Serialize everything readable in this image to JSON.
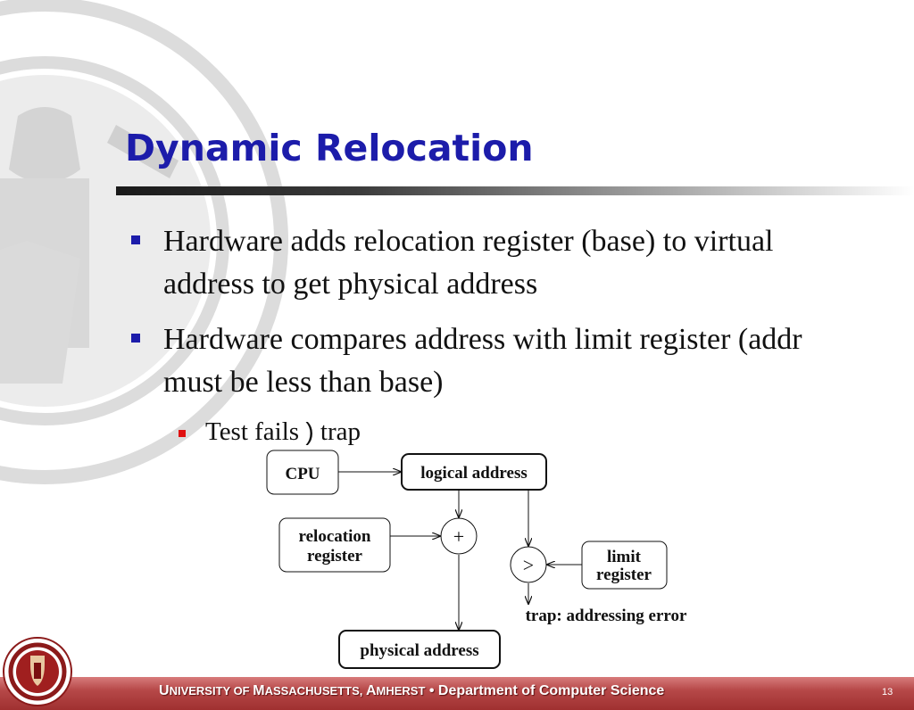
{
  "slide": {
    "title": "Dynamic Relocation",
    "bullets": [
      "Hardware adds relocation register (base) to virtual address to get physical address",
      "Hardware compares address with limit register (addr must be less than base)"
    ],
    "sub_bullet": {
      "text_before": "Test fails ",
      "symbol": ")",
      "text_after": " trap"
    }
  },
  "diagram": {
    "cpu": "CPU",
    "logical_address": "logical address",
    "relocation_register_line1": "relocation",
    "relocation_register_line2": "register",
    "plus": "+",
    "compare": ">",
    "limit_register_line1": "limit",
    "limit_register_line2": "register",
    "trap_label": "trap: addressing error",
    "physical_address": "physical address"
  },
  "footer": {
    "u1": "U",
    "u1_rest": "NIVERSITY OF ",
    "m1": "M",
    "m1_rest": "ASSACHUSETTS, ",
    "a1": "A",
    "a1_rest": "MHERST",
    "separator": " • ",
    "department": "Department of Computer Science",
    "page_number": "13"
  },
  "colors": {
    "title": "#1c1caa",
    "bullet_square": "#1c1caa",
    "sub_bullet_square": "#e01010",
    "footer_bar": "#b64848",
    "watermark": "#d6d6d6"
  },
  "icons": {
    "watermark": "university-seal-watermark",
    "logo": "university-seal-logo"
  }
}
